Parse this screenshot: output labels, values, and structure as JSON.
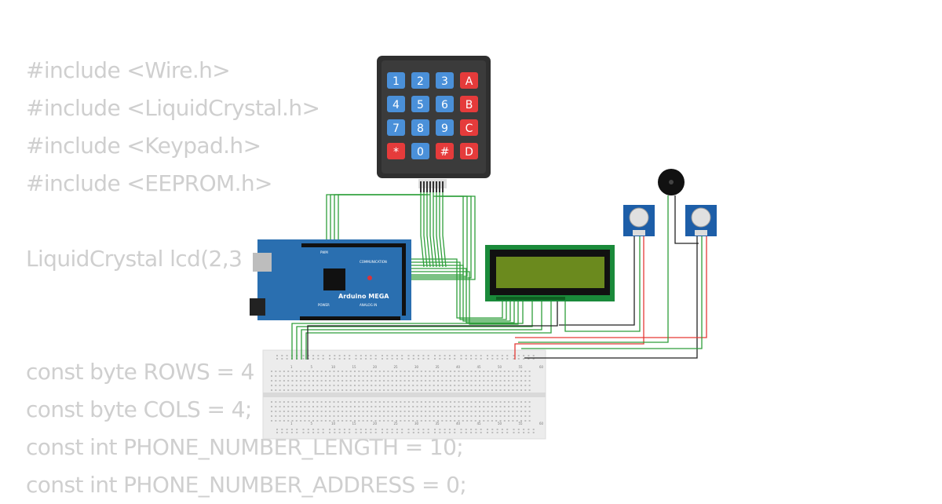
{
  "code_lines": [
    "#include <Wire.h>",
    "#include <LiquidCrystal.h>",
    "#include <Keypad.h>",
    "#include <EEPROM.h>",
    "",
    "LiquidCrystal lcd(2,3",
    "",
    "",
    "const byte ROWS = 4",
    "const byte COLS = 4;",
    "const int PHONE_NUMBER_LENGTH = 10;",
    "const int PHONE_NUMBER_ADDRESS = 0;"
  ],
  "keypad": {
    "keys": [
      [
        "1",
        "2",
        "3",
        "A"
      ],
      [
        "4",
        "5",
        "6",
        "B"
      ],
      [
        "7",
        "8",
        "9",
        "C"
      ],
      [
        "*",
        "0",
        "#",
        "D"
      ]
    ],
    "blue_key_color": "#4a90d9",
    "red_key_color": "#e53b3b"
  },
  "arduino": {
    "label": "Arduino MEGA",
    "header_pwm": "PWM",
    "header_comm": "COMMUNICATION",
    "header_power": "POWER",
    "header_analog": "ANALOG IN",
    "board_color": "#2a6fb0"
  },
  "breadboard": {
    "column_numbers": [
      "1",
      "5",
      "10",
      "15",
      "20",
      "25",
      "30",
      "35",
      "40",
      "45",
      "50",
      "55",
      "60"
    ]
  },
  "wire_colors": {
    "signal": "#2e9e3a",
    "power": "#e53935",
    "ground": "#222222"
  }
}
